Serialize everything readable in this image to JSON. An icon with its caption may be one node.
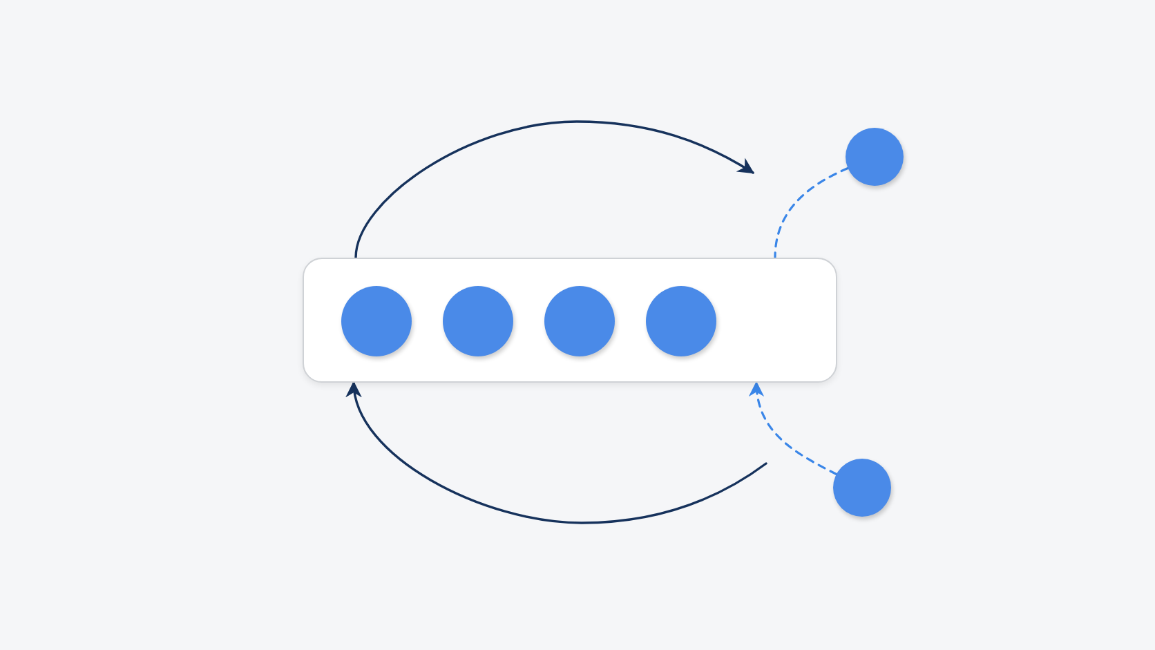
{
  "diagram": {
    "nodes": [
      {
        "text": [],
        "shape": "box"
      },
      {
        "text": [],
        "shape": "circle",
        "in": 0
      },
      {
        "text": [],
        "shape": "circle",
        "in": 0
      },
      {
        "text": [],
        "shape": "circle",
        "in": 0
      },
      {
        "text": [],
        "shape": "circle",
        "in": 0
      },
      {
        "text": [],
        "shape": "circle"
      },
      {
        "text": [],
        "shape": "circle"
      }
    ],
    "edges": [
      {
        "from": 0,
        "to": null,
        "arrow": "to"
      },
      {
        "from": 5,
        "to": 0,
        "arrow": "none",
        "style": "dashed",
        "color": "#3a86e8"
      },
      {
        "from": 6,
        "to": 0,
        "arrow": "to",
        "style": "dashed",
        "color": "#3a86e8"
      },
      {
        "from": null,
        "to": 0,
        "arrow": "to"
      }
    ]
  }
}
